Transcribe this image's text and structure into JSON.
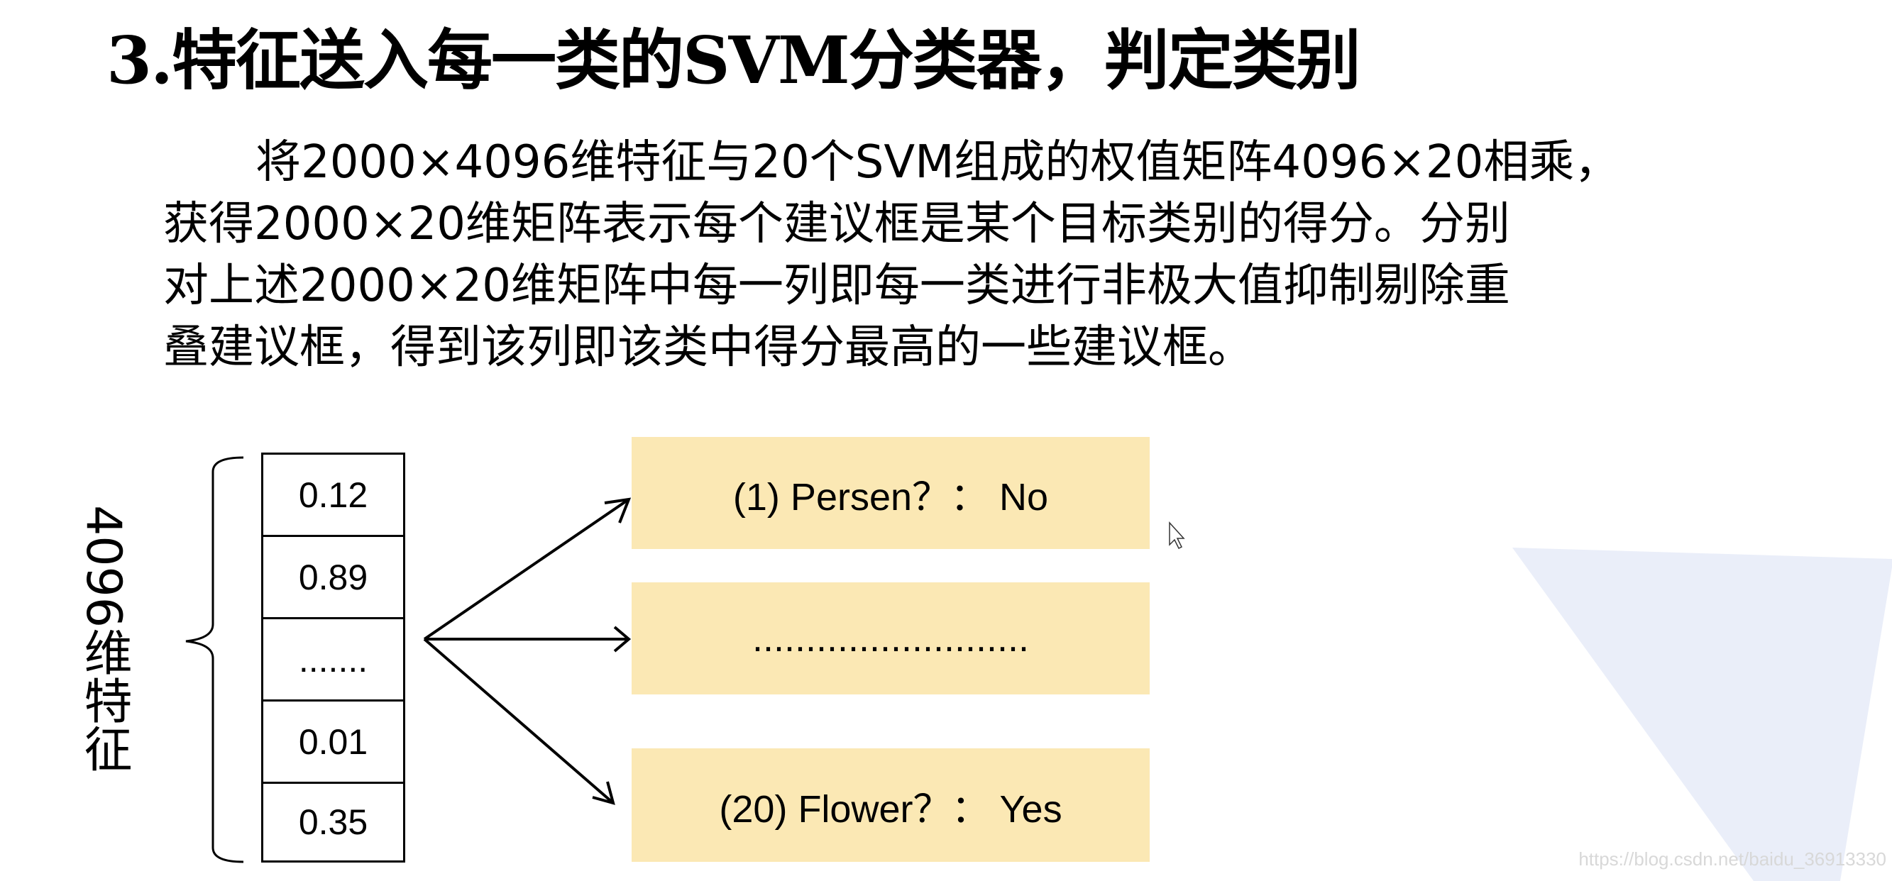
{
  "slide": {
    "title": "3.特征送入每一类的SVM分类器，判定类别",
    "paragraph_lines": [
      "将2000×4096维特征与20个SVM组成的权值矩阵4096×20相乘，",
      "获得2000×20维矩阵表示每个建议框是某个目标类别的得分。分别",
      "对上述2000×20维矩阵中每一列即每一类进行非极大值抑制剔除重",
      "叠建议框，得到该列即该类中得分最高的一些建议框。"
    ]
  },
  "diagram": {
    "feature_label": "4096维特征",
    "feature_values": [
      "0.12",
      "0.89",
      ".......",
      "0.01",
      "0.35"
    ],
    "classifier_results": [
      "(1) Persen？： No",
      "..........................",
      "(20) Flower？： Yes"
    ],
    "box_color": "#fbe8b4"
  },
  "watermark": "https://blog.csdn.net/baidu_36913330"
}
